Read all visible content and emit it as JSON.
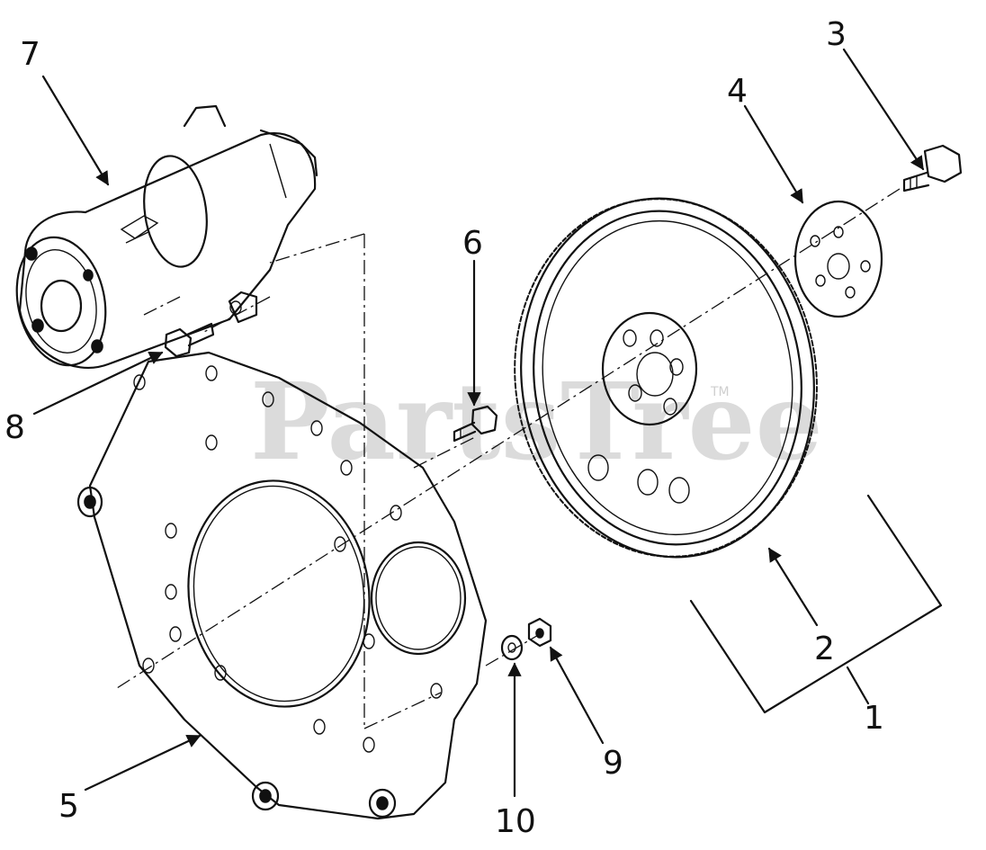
{
  "watermark": {
    "text": "PartsTree",
    "mark": "TM"
  },
  "callouts": [
    {
      "id": "1",
      "label": "1"
    },
    {
      "id": "2",
      "label": "2"
    },
    {
      "id": "3",
      "label": "3"
    },
    {
      "id": "4",
      "label": "4"
    },
    {
      "id": "5",
      "label": "5"
    },
    {
      "id": "6",
      "label": "6"
    },
    {
      "id": "7",
      "label": "7"
    },
    {
      "id": "8",
      "label": "8"
    },
    {
      "id": "9",
      "label": "9"
    },
    {
      "id": "10",
      "label": "10"
    }
  ]
}
